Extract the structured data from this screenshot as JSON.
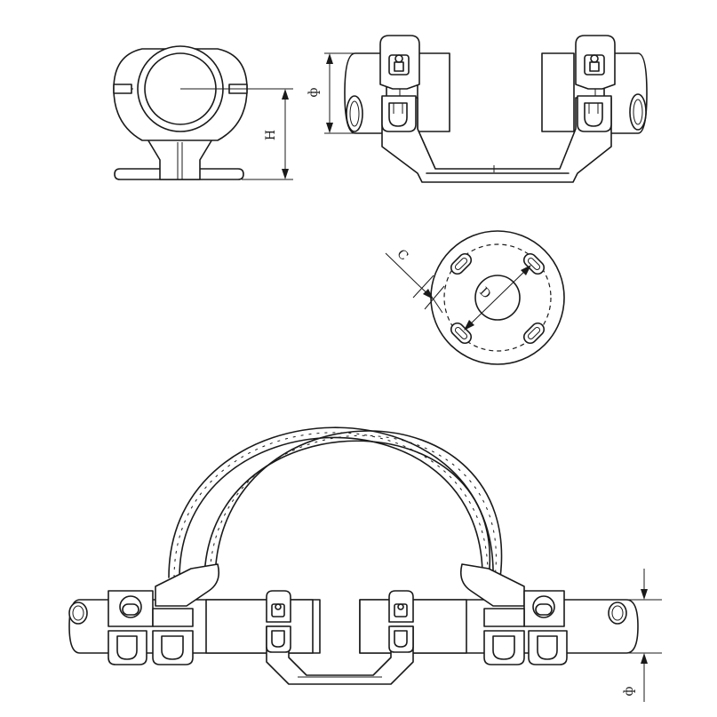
{
  "labels": {
    "dia_top": "ф",
    "height": "H",
    "clearance": "C",
    "diameter": "D",
    "dia_bottom": "ф"
  },
  "colors": {
    "line": "#1a1a1a",
    "background": "#ffffff"
  }
}
